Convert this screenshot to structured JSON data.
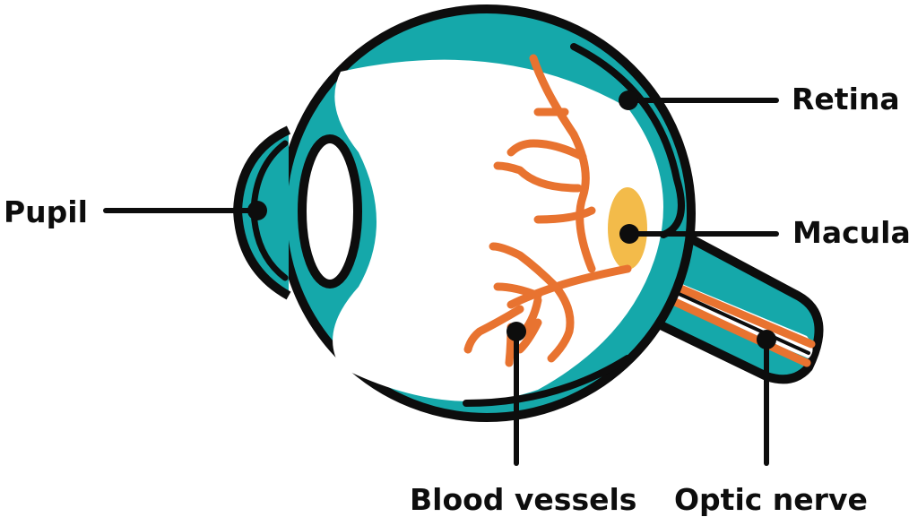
{
  "colors": {
    "outline": "#0d0d0d",
    "sclera_fill": "#15a8aa",
    "interior": "#ffffff",
    "vessels": "#e87330",
    "macula": "#f2b53b",
    "label_text": "#0d0d0d"
  },
  "labels": {
    "pupil": "Pupil",
    "retina": "Retina",
    "macula": "Macula",
    "blood_vessels": "Blood vessels",
    "optic_nerve": "Optic nerve"
  }
}
